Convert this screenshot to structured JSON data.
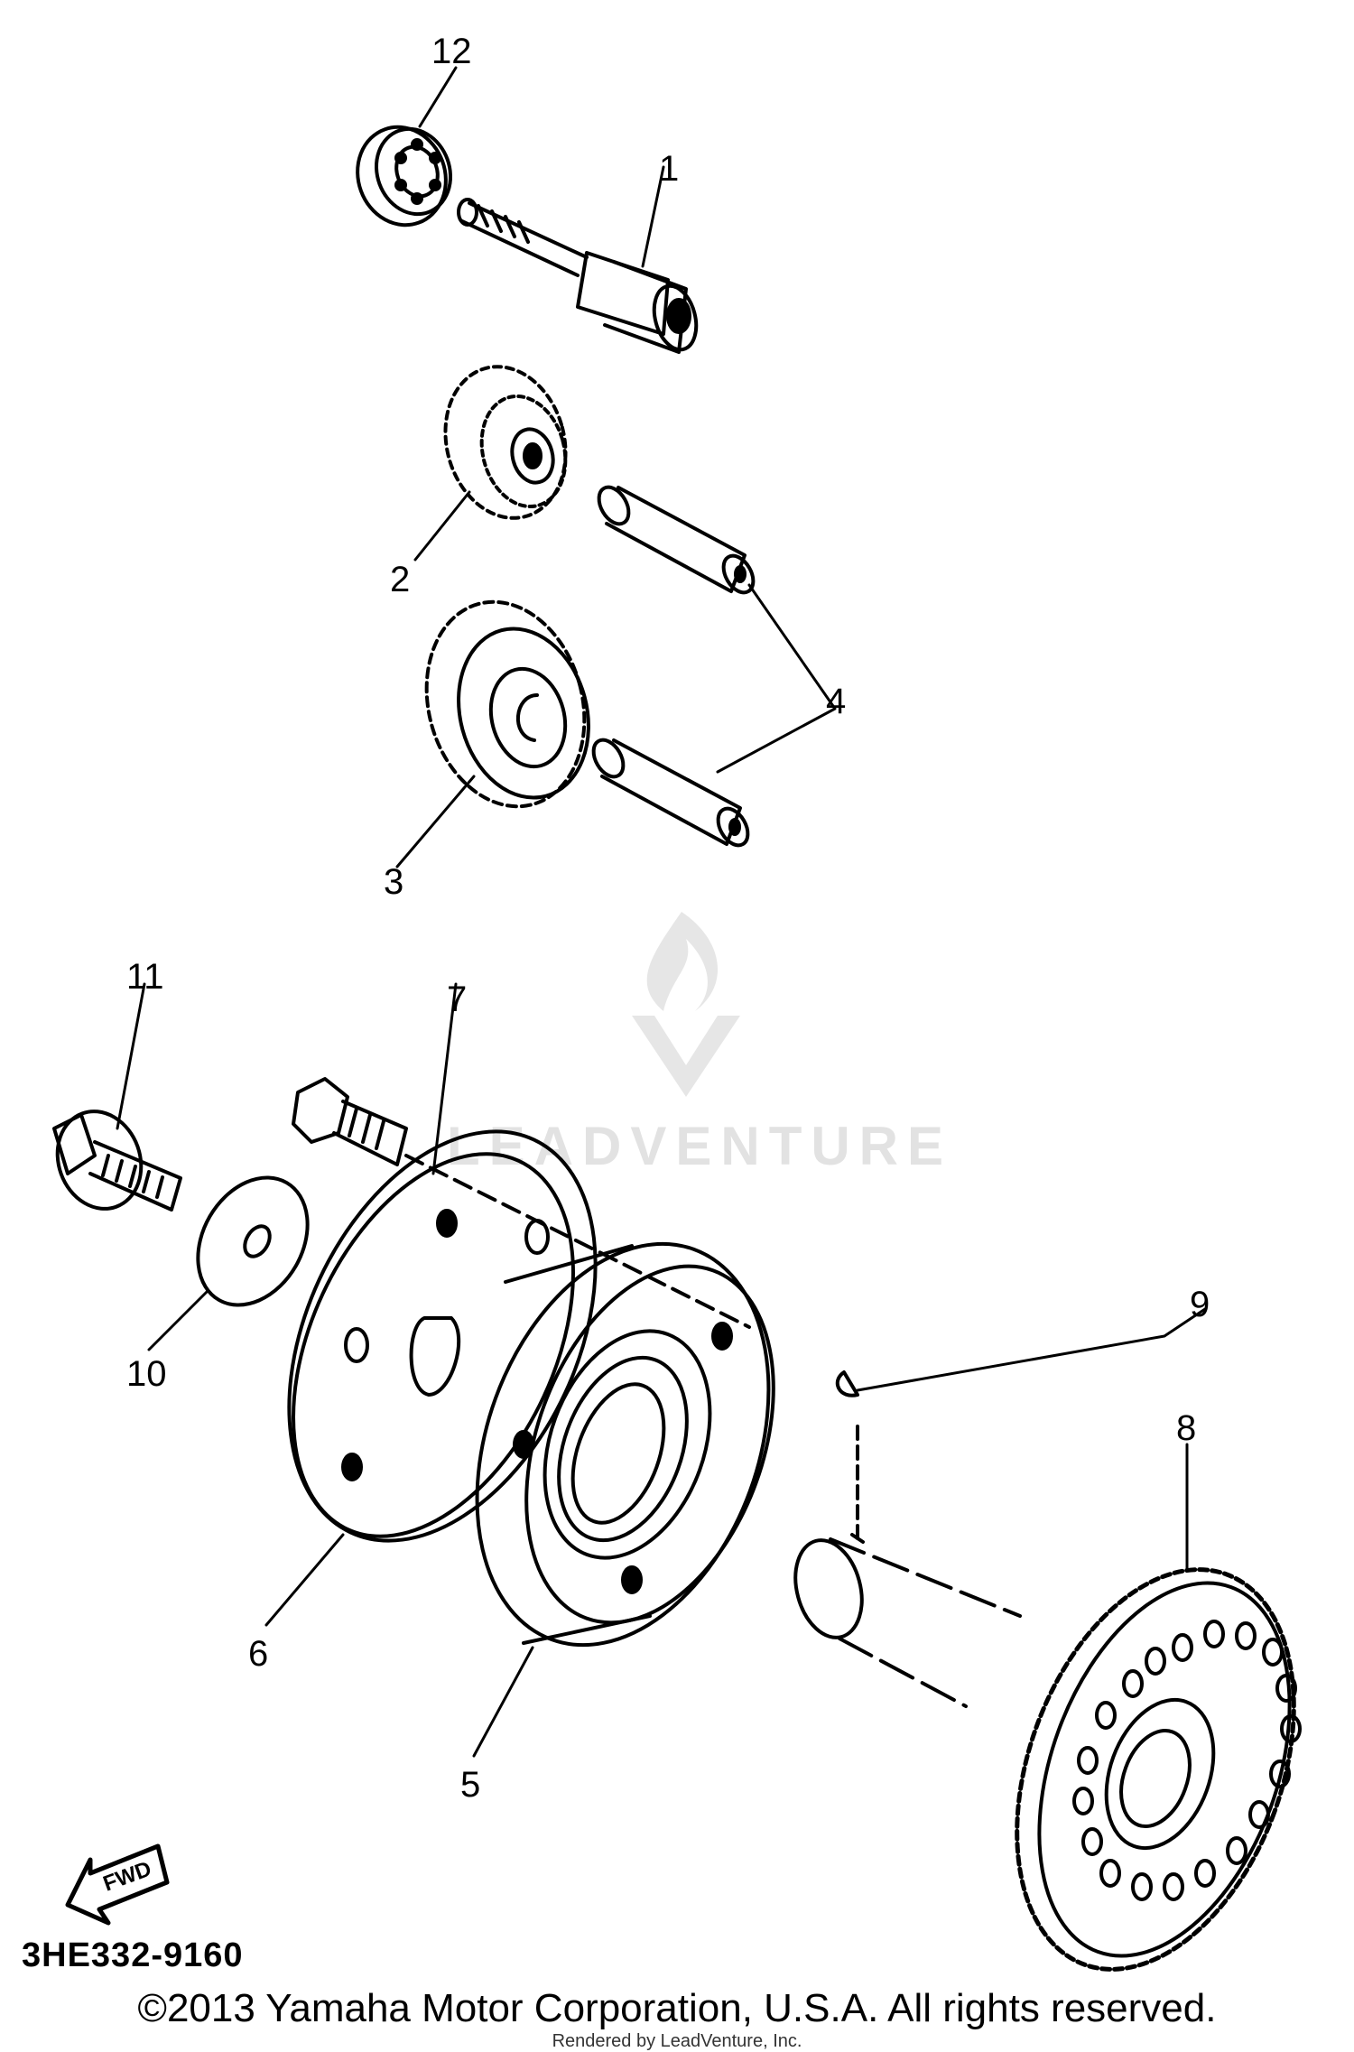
{
  "callouts": {
    "c1": "1",
    "c2": "2",
    "c3": "3",
    "c4": "4",
    "c5": "5",
    "c6": "6",
    "c7": "7",
    "c8": "8",
    "c9": "9",
    "c10": "10",
    "c11": "11",
    "c12": "12"
  },
  "fwd_label": "FWD",
  "watermark": "LEADVENTURE",
  "part_code": "3HE332-9160",
  "copyright": "©2013 Yamaha Motor Corporation, U.S.A. All rights reserved.",
  "rendered_by": "Rendered by LeadVenture, Inc."
}
